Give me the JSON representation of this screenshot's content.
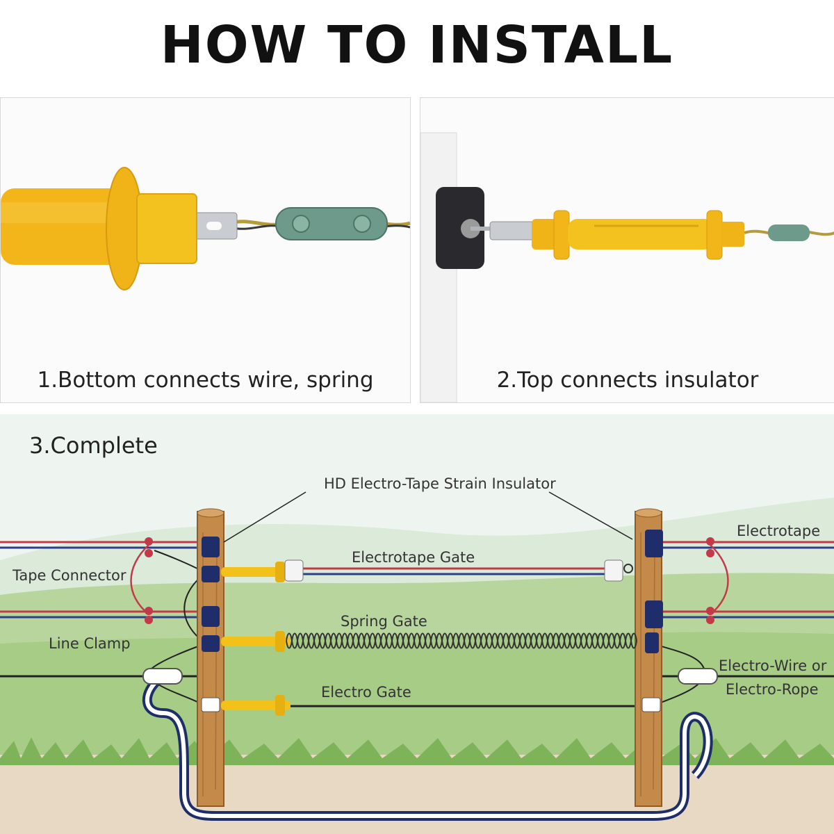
{
  "header": {
    "title": "HOW TO INSTALL"
  },
  "steps": [
    {
      "caption": "1.Bottom connects wire, spring"
    },
    {
      "caption": "2.Top connects insulator"
    },
    {
      "caption": "3.Complete"
    }
  ],
  "diagram": {
    "labels": {
      "strain_insulator": "HD Electro-Tape Strain Insulator",
      "electrotape": "Electrotape",
      "electrotape_gate": "Electrotape Gate",
      "tape_connector": "Tape Connector",
      "spring_gate": "Spring Gate",
      "line_clamp": "Line Clamp",
      "electro_wire_line1": "Electro-Wire or",
      "electro_wire_line2": "Electro-Rope",
      "electro_gate": "Electro Gate"
    }
  },
  "colors": {
    "handle_yellow": "#f2c21a",
    "post_wood": "#c48a4a",
    "insulator_navy": "#1f2d6b",
    "tape_red": "#c23a48",
    "grass_green": "#7fb35a",
    "sky": "#e9f2ee"
  }
}
